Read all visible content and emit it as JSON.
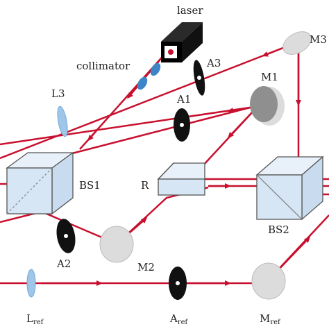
{
  "labels": {
    "laser": "laser",
    "collimator": "collimator",
    "a3": "A3",
    "m3": "M3",
    "m1": "M1",
    "l3": "L3",
    "a1": "A1",
    "bs1": "BS1",
    "r": "R",
    "bs2": "BS2",
    "a2": "A2",
    "m2": "M2",
    "l_ref": "L",
    "a_ref": "A",
    "m_ref": "M",
    "ref_sub": "ref"
  },
  "colors": {
    "beam": "#c8102e",
    "glass_fill": "#d6e6f5",
    "glass_stroke": "#555555",
    "mirror_light": "#dcdcdc",
    "mirror_dark": "#8f8f8f",
    "aperture": "#111111",
    "lens": "#6fa8dc"
  }
}
